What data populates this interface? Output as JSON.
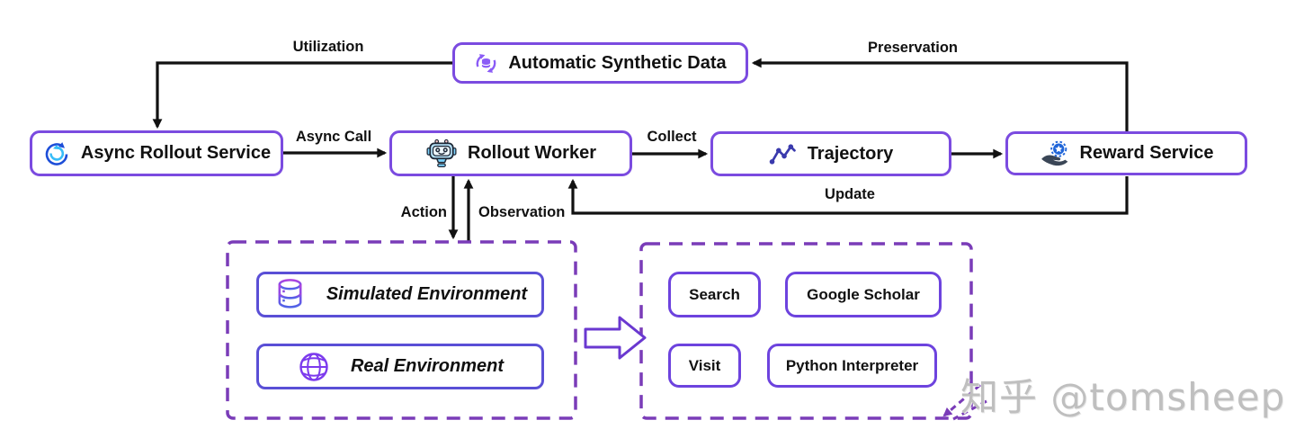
{
  "nodes": {
    "synthetic_data": {
      "label": "Automatic Synthetic Data",
      "icon": "synthetic-data-cycle-icon"
    },
    "async_rollout_service": {
      "label": "Async Rollout Service",
      "icon": "async-refresh-icon"
    },
    "rollout_worker": {
      "label": "Rollout Worker",
      "icon": "robot-icon"
    },
    "trajectory": {
      "label": "Trajectory",
      "icon": "trajectory-chart-icon"
    },
    "reward_service": {
      "label": "Reward Service",
      "icon": "reward-badge-hand-icon"
    }
  },
  "environments": {
    "simulated": {
      "label": "Simulated Environment",
      "icon": "database-icon"
    },
    "real": {
      "label": "Real Environment",
      "icon": "globe-icon"
    }
  },
  "tools": [
    {
      "label": "Search"
    },
    {
      "label": "Google Scholar"
    },
    {
      "label": "Visit"
    },
    {
      "label": "Python Interpreter"
    }
  ],
  "edges": {
    "utilization": "Utilization",
    "preservation": "Preservation",
    "async_call": "Async Call",
    "collect": "Collect",
    "update": "Update",
    "action": "Action",
    "observation": "Observation"
  },
  "watermark": "知乎 @tomsheep",
  "colors": {
    "node_border": "#7b4be0",
    "env_box_border": "#5a4fd6",
    "dashed_border": "#7a3cb8",
    "tool_border": "#6d43de",
    "arrow": "#111111",
    "block_arrow_border": "#6a38d0",
    "watermark_text": "#bfbfbf"
  }
}
